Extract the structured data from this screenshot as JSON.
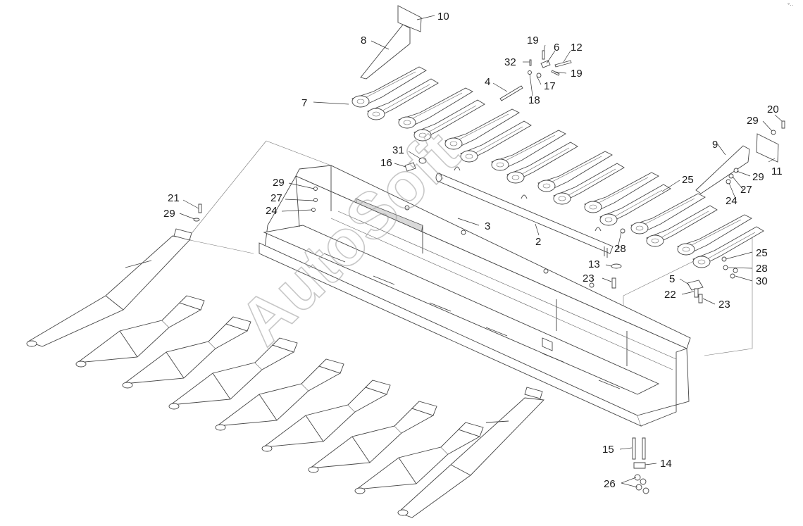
{
  "watermark": "AutoSoft",
  "corner_mark": "°··",
  "callouts": [
    {
      "id": "10",
      "label": "10"
    },
    {
      "id": "8",
      "label": "8"
    },
    {
      "id": "19a",
      "label": "19"
    },
    {
      "id": "6",
      "label": "6"
    },
    {
      "id": "12",
      "label": "12"
    },
    {
      "id": "32",
      "label": "32"
    },
    {
      "id": "19b",
      "label": "19"
    },
    {
      "id": "4",
      "label": "4"
    },
    {
      "id": "17",
      "label": "17"
    },
    {
      "id": "18",
      "label": "18"
    },
    {
      "id": "7",
      "label": "7"
    },
    {
      "id": "20",
      "label": "20"
    },
    {
      "id": "29a",
      "label": "29"
    },
    {
      "id": "9",
      "label": "9"
    },
    {
      "id": "11",
      "label": "11"
    },
    {
      "id": "29b",
      "label": "29"
    },
    {
      "id": "31",
      "label": "31"
    },
    {
      "id": "16",
      "label": "16"
    },
    {
      "id": "27a",
      "label": "27"
    },
    {
      "id": "24a",
      "label": "24"
    },
    {
      "id": "25a",
      "label": "25"
    },
    {
      "id": "29c",
      "label": "29"
    },
    {
      "id": "27b",
      "label": "27"
    },
    {
      "id": "24b",
      "label": "24"
    },
    {
      "id": "21",
      "label": "21"
    },
    {
      "id": "29d",
      "label": "29"
    },
    {
      "id": "3",
      "label": "3"
    },
    {
      "id": "2",
      "label": "2"
    },
    {
      "id": "28a",
      "label": "28"
    },
    {
      "id": "25b",
      "label": "25"
    },
    {
      "id": "13",
      "label": "13"
    },
    {
      "id": "28b",
      "label": "28"
    },
    {
      "id": "5",
      "label": "5"
    },
    {
      "id": "30",
      "label": "30"
    },
    {
      "id": "23a",
      "label": "23"
    },
    {
      "id": "22",
      "label": "22"
    },
    {
      "id": "23b",
      "label": "23"
    },
    {
      "id": "15",
      "label": "15"
    },
    {
      "id": "14",
      "label": "14"
    },
    {
      "id": "26",
      "label": "26"
    }
  ]
}
